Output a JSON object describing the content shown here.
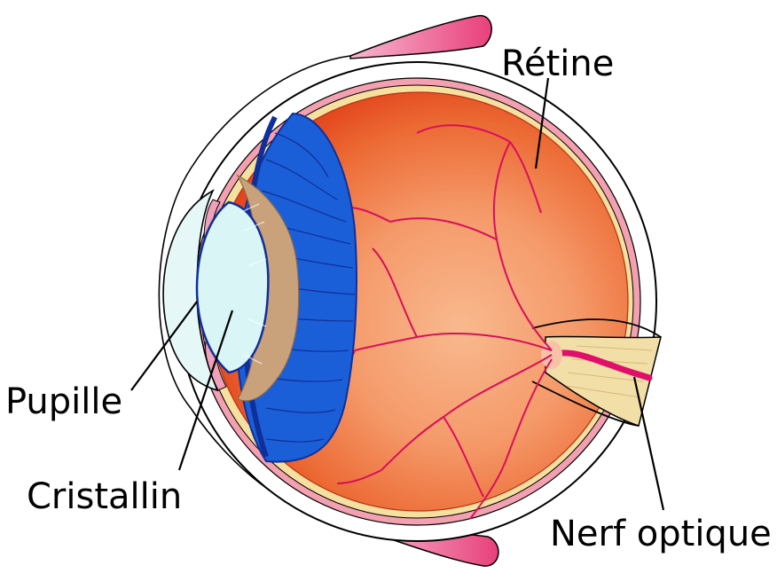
{
  "labels": {
    "retina": "Rétine",
    "pupil": "Pupille",
    "lens": "Cristallin",
    "optic_nerve": "Nerf optique"
  },
  "colors": {
    "vitreous_light": "#f8b98e",
    "vitreous_dark": "#e2441c",
    "ciliary_blue": "#1b5fd8",
    "ciliary_dark": "#0f2f9a",
    "iris_tan": "#c9a27c",
    "lens": "#d9f5f5",
    "cornea": "#e6f7f7",
    "muscle_pink": "#e8407a",
    "retina_yellow": "#f5e0a0",
    "nerve_cream": "#f2dfa8",
    "vessel": "#e0106a"
  }
}
